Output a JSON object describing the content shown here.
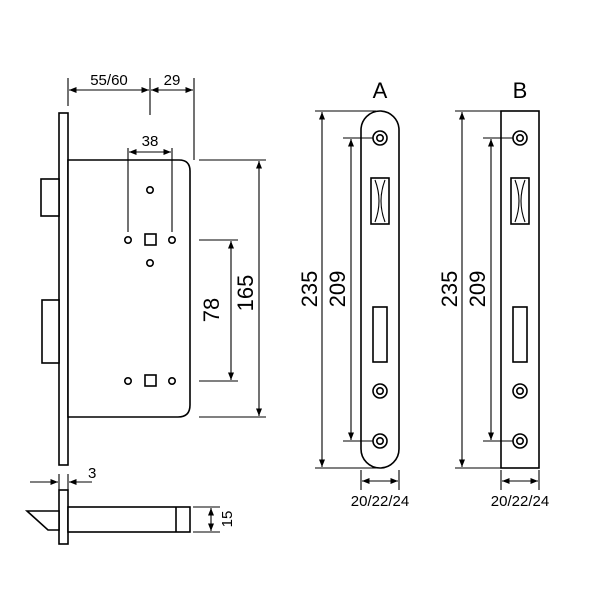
{
  "lock_body": {
    "backset_label": "55/60",
    "faceplate_offset_label": "29",
    "hole_spacing_label": "38",
    "center_distance_label": "78",
    "body_height_label": "165",
    "faceplate_thickness_label": "3",
    "bolt_height_label": "15"
  },
  "strike_a": {
    "title": "A",
    "overall_height_label": "235",
    "screw_spacing_label": "209",
    "width_label": "20/22/24"
  },
  "strike_b": {
    "title": "B",
    "overall_height_label": "235",
    "screw_spacing_label": "209",
    "width_label": "20/22/24"
  }
}
